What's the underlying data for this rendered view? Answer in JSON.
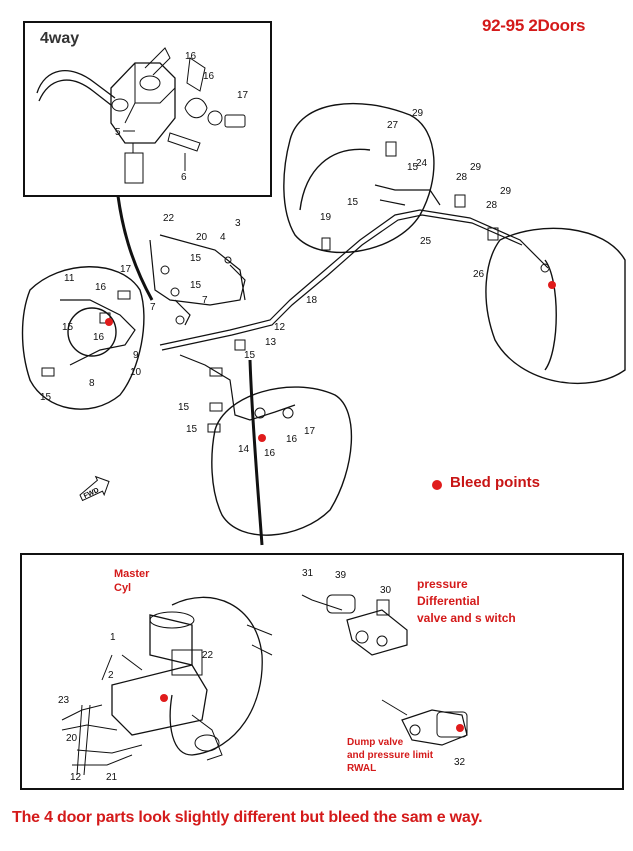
{
  "header": {
    "model_label": "92-95 2Doors"
  },
  "inset_top": {
    "title": "4way"
  },
  "legend": {
    "bleed_label": "Bleed points",
    "bleed_color": "#e01b1b"
  },
  "inset_bottom": {
    "master_label_1": "Master",
    "master_label_2": "Cyl",
    "pressure_label_1": "pressure",
    "pressure_label_2": "Differential",
    "pressure_label_3": "valve and s witch",
    "dump_label_1": "Dump valve",
    "dump_label_2": "and pressure limit",
    "dump_label_3": "RWAL"
  },
  "footer": {
    "note": "The 4 door parts look slightly different but bleed the sam e way."
  },
  "fwd_label": "FWD",
  "part_numbers": {
    "p5": "5",
    "p6": "6",
    "p16a": "16",
    "p16b": "16",
    "p17a": "17",
    "p3": "3",
    "p4": "4",
    "p7a": "7",
    "p7b": "7",
    "p8": "8",
    "p9": "9",
    "p10": "10",
    "p11": "11",
    "p12": "12",
    "p13": "13",
    "p14": "14",
    "p15a": "15",
    "p15b": "15",
    "p15c": "15",
    "p15d": "15",
    "p15e": "15",
    "p15f": "15",
    "p15g": "15",
    "p15h": "15",
    "p16c": "16",
    "p16d": "16",
    "p16e": "16",
    "p17b": "17",
    "p17c": "17",
    "p18": "18",
    "p19": "19",
    "p20": "20",
    "p22": "22",
    "p24": "24",
    "p25": "25",
    "p26": "26",
    "p27": "27",
    "p28a": "28",
    "p28b": "28",
    "p29a": "29",
    "p29b": "29",
    "p29c": "29",
    "b1": "1",
    "b2": "2",
    "b12": "12",
    "b20": "20",
    "b21": "21",
    "b22": "22",
    "b23": "23",
    "b30": "30",
    "b31": "31",
    "b32": "32",
    "b39": "39"
  }
}
